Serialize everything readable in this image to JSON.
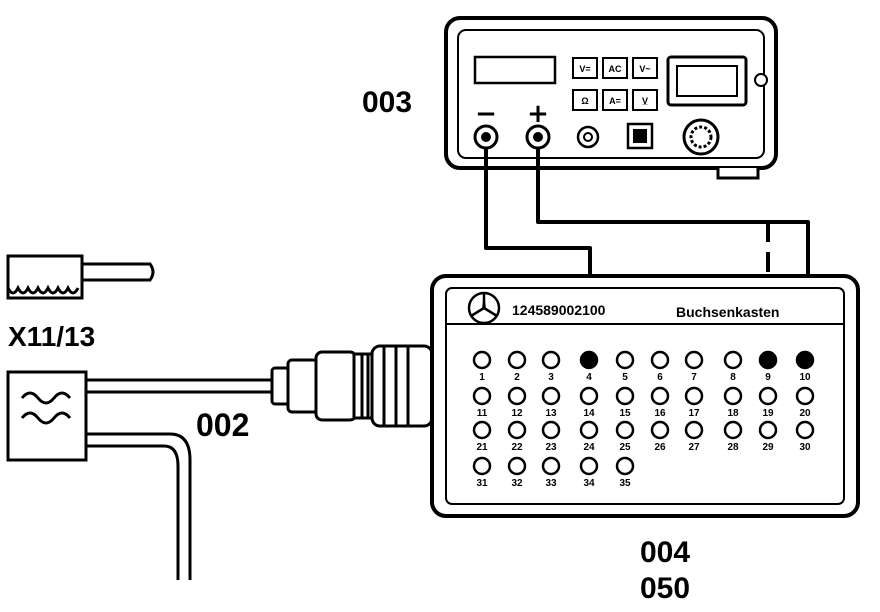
{
  "callouts": {
    "multimeter": "003",
    "cable": "002",
    "connector": "X11/13",
    "socket_box_a": "004",
    "socket_box_b": "050"
  },
  "multimeter": {
    "minus_sign": "−",
    "plus_sign": "+",
    "buttons": [
      "V=",
      "AC",
      "V~",
      "Ω",
      "A=",
      "V̲"
    ]
  },
  "socket_box": {
    "part_number": "124589002100",
    "title": "Buchsenkasten",
    "pins": [
      "1",
      "2",
      "3",
      "4",
      "5",
      "6",
      "7",
      "8",
      "9",
      "10",
      "11",
      "12",
      "13",
      "14",
      "15",
      "16",
      "17",
      "18",
      "19",
      "20",
      "21",
      "22",
      "23",
      "24",
      "25",
      "26",
      "27",
      "28",
      "29",
      "30",
      "31",
      "32",
      "33",
      "34",
      "35"
    ],
    "connected_pins": [
      "4",
      "9",
      "10"
    ]
  }
}
